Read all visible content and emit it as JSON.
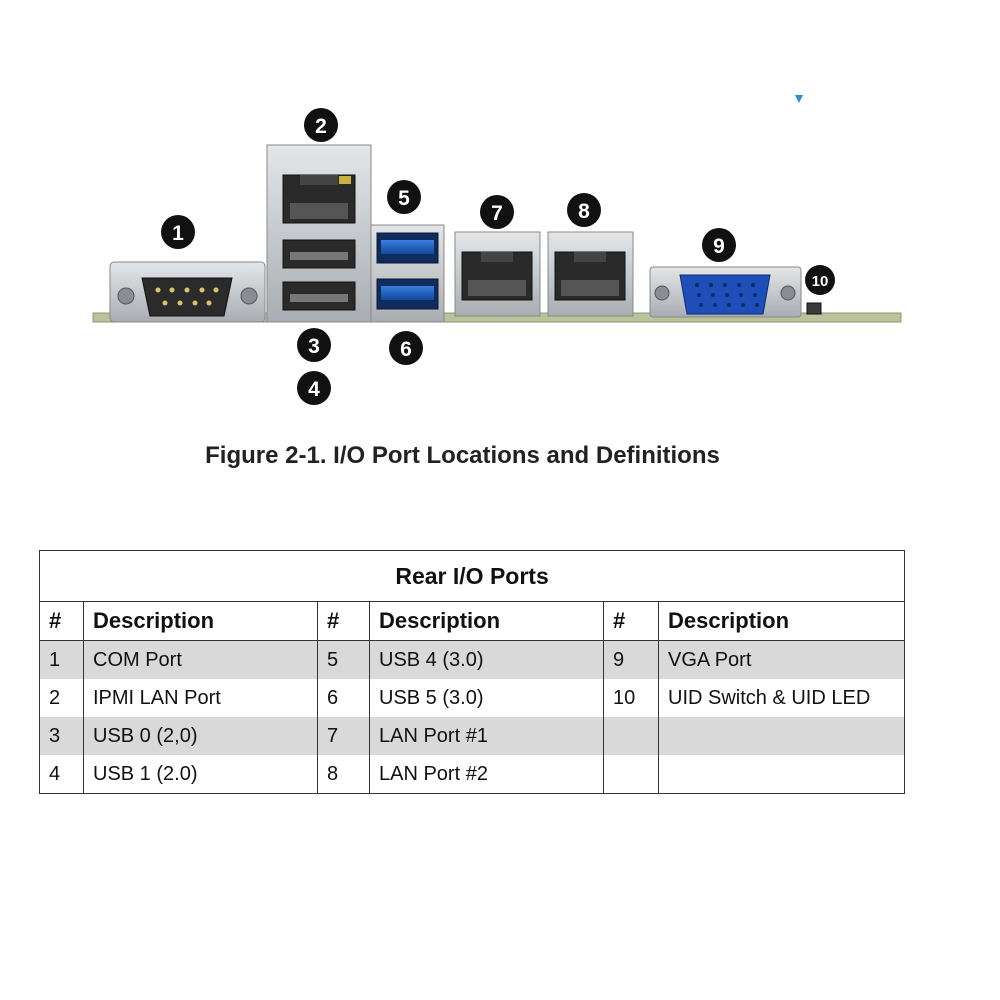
{
  "figure": {
    "callouts": [
      "1",
      "2",
      "3",
      "4",
      "5",
      "6",
      "7",
      "8",
      "9",
      "10"
    ],
    "colors": {
      "usb3_blue": "#1b5fbf",
      "vga_blue": "#1e4fb8",
      "board_green": "#b9c29a",
      "metal": "#c9ccd0",
      "callout_bg": "#111111"
    }
  },
  "caption": "Figure 2-1. I/O Port Locations and Definitions",
  "table": {
    "title": "Rear I/O Ports",
    "headers": [
      "#",
      "Description",
      "#",
      "Description",
      "#",
      "Description"
    ],
    "rows": [
      [
        "1",
        "COM Port",
        "5",
        "USB 4 (3.0)",
        "9",
        "VGA Port"
      ],
      [
        "2",
        "IPMI LAN Port",
        "6",
        "USB 5 (3.0)",
        "10",
        "UID Switch & UID LED"
      ],
      [
        "3",
        "USB 0 (2,0)",
        "7",
        "LAN Port #1",
        "",
        ""
      ],
      [
        "4",
        "USB 1 (2.0)",
        "8",
        "LAN Port #2",
        "",
        ""
      ]
    ]
  }
}
